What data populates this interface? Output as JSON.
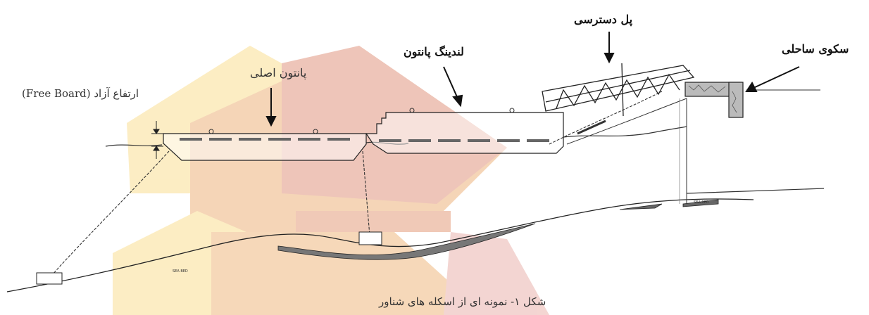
{
  "labels": {
    "access_bridge": "پل دسترسی",
    "shore_platform": "سکوی ساحلی",
    "landing_pontoon": "لندینگ پانتون",
    "main_pontoon": "پانتون اصلی",
    "freeboard": "ارتفاع آزاد (Free Board)",
    "sea_bed_left": "SEA BED",
    "sea_bed_right": "SEA BED",
    "caption": "شکل ۱- نمونه ای از اسکله های شناور"
  },
  "colors": {
    "line": "#333333",
    "watermark_light": "#fbe9b8",
    "watermark_mid": "#f3c9a3",
    "watermark_dark": "#e7a99d"
  }
}
